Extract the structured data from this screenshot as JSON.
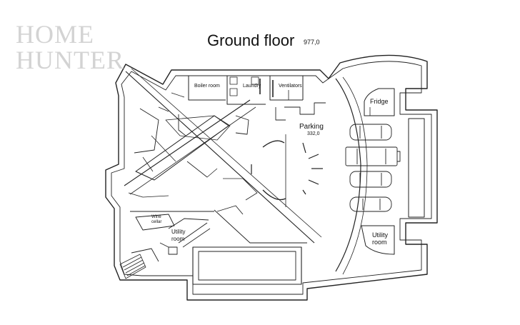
{
  "watermark": {
    "line1": "HOME",
    "line2": "HUNTER"
  },
  "title": "Ground floor",
  "total_area": "977,0",
  "rooms": {
    "boiler": "Boiler room",
    "laundry": "Laundry",
    "ventilators": "Ventilators",
    "fridge": "Fridge",
    "parking": "Parking",
    "parking_area": "332,0",
    "wine": "Wine",
    "cellar": "cellar",
    "utility_left_1": "Utility",
    "utility_left_2": "room",
    "utility_right_1": "Utility",
    "utility_right_2": "room"
  }
}
